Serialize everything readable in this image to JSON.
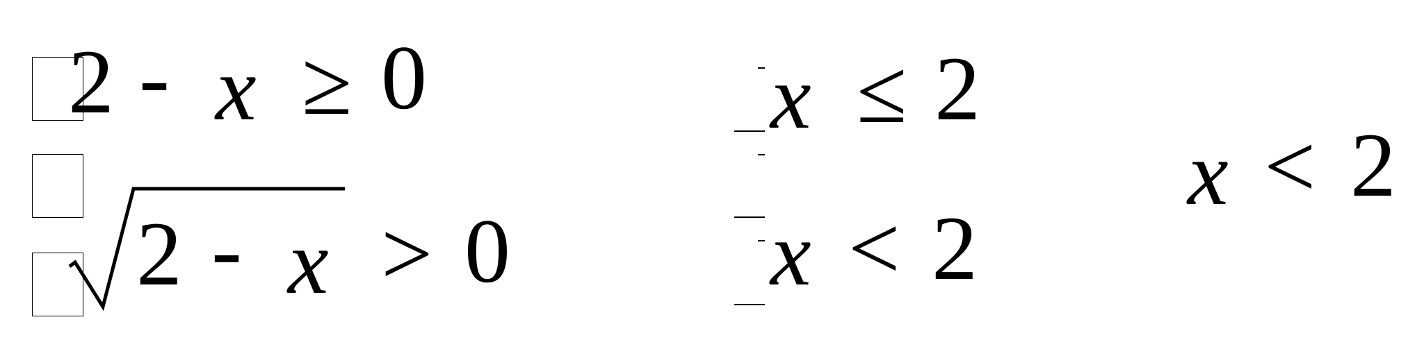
{
  "left_block": {
    "line1": {
      "a": "2",
      "op": "-",
      "var": "x",
      "rel": "≥",
      "b": "0"
    },
    "line2": {
      "a": "2",
      "op": "-",
      "var": "x",
      "rel": ">",
      "b": "0"
    }
  },
  "middle_block": {
    "line1": {
      "var": "x",
      "rel": "≤",
      "b": "2"
    },
    "line2": {
      "var": "x",
      "rel": "<",
      "b": "2"
    }
  },
  "right_block": {
    "line1": {
      "var": "x",
      "rel": "<",
      "b": "2"
    }
  }
}
